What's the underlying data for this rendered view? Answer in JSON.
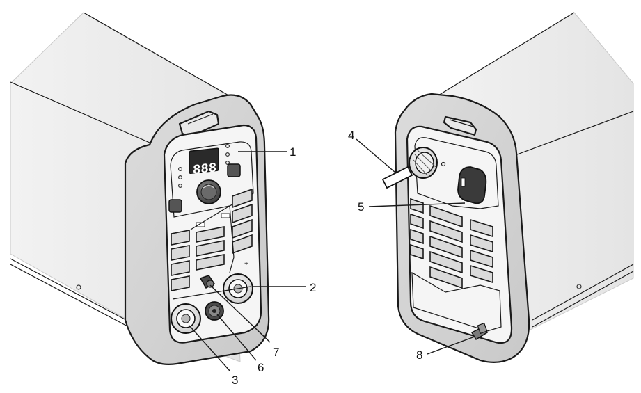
{
  "figure": {
    "display_readout": "888",
    "callouts": [
      {
        "id": "c1",
        "label": "1"
      },
      {
        "id": "c2",
        "label": "2"
      },
      {
        "id": "c3",
        "label": "3"
      },
      {
        "id": "c4",
        "label": "4"
      },
      {
        "id": "c5",
        "label": "5"
      },
      {
        "id": "c6",
        "label": "6"
      },
      {
        "id": "c7",
        "label": "7"
      },
      {
        "id": "c8",
        "label": "8"
      }
    ]
  }
}
